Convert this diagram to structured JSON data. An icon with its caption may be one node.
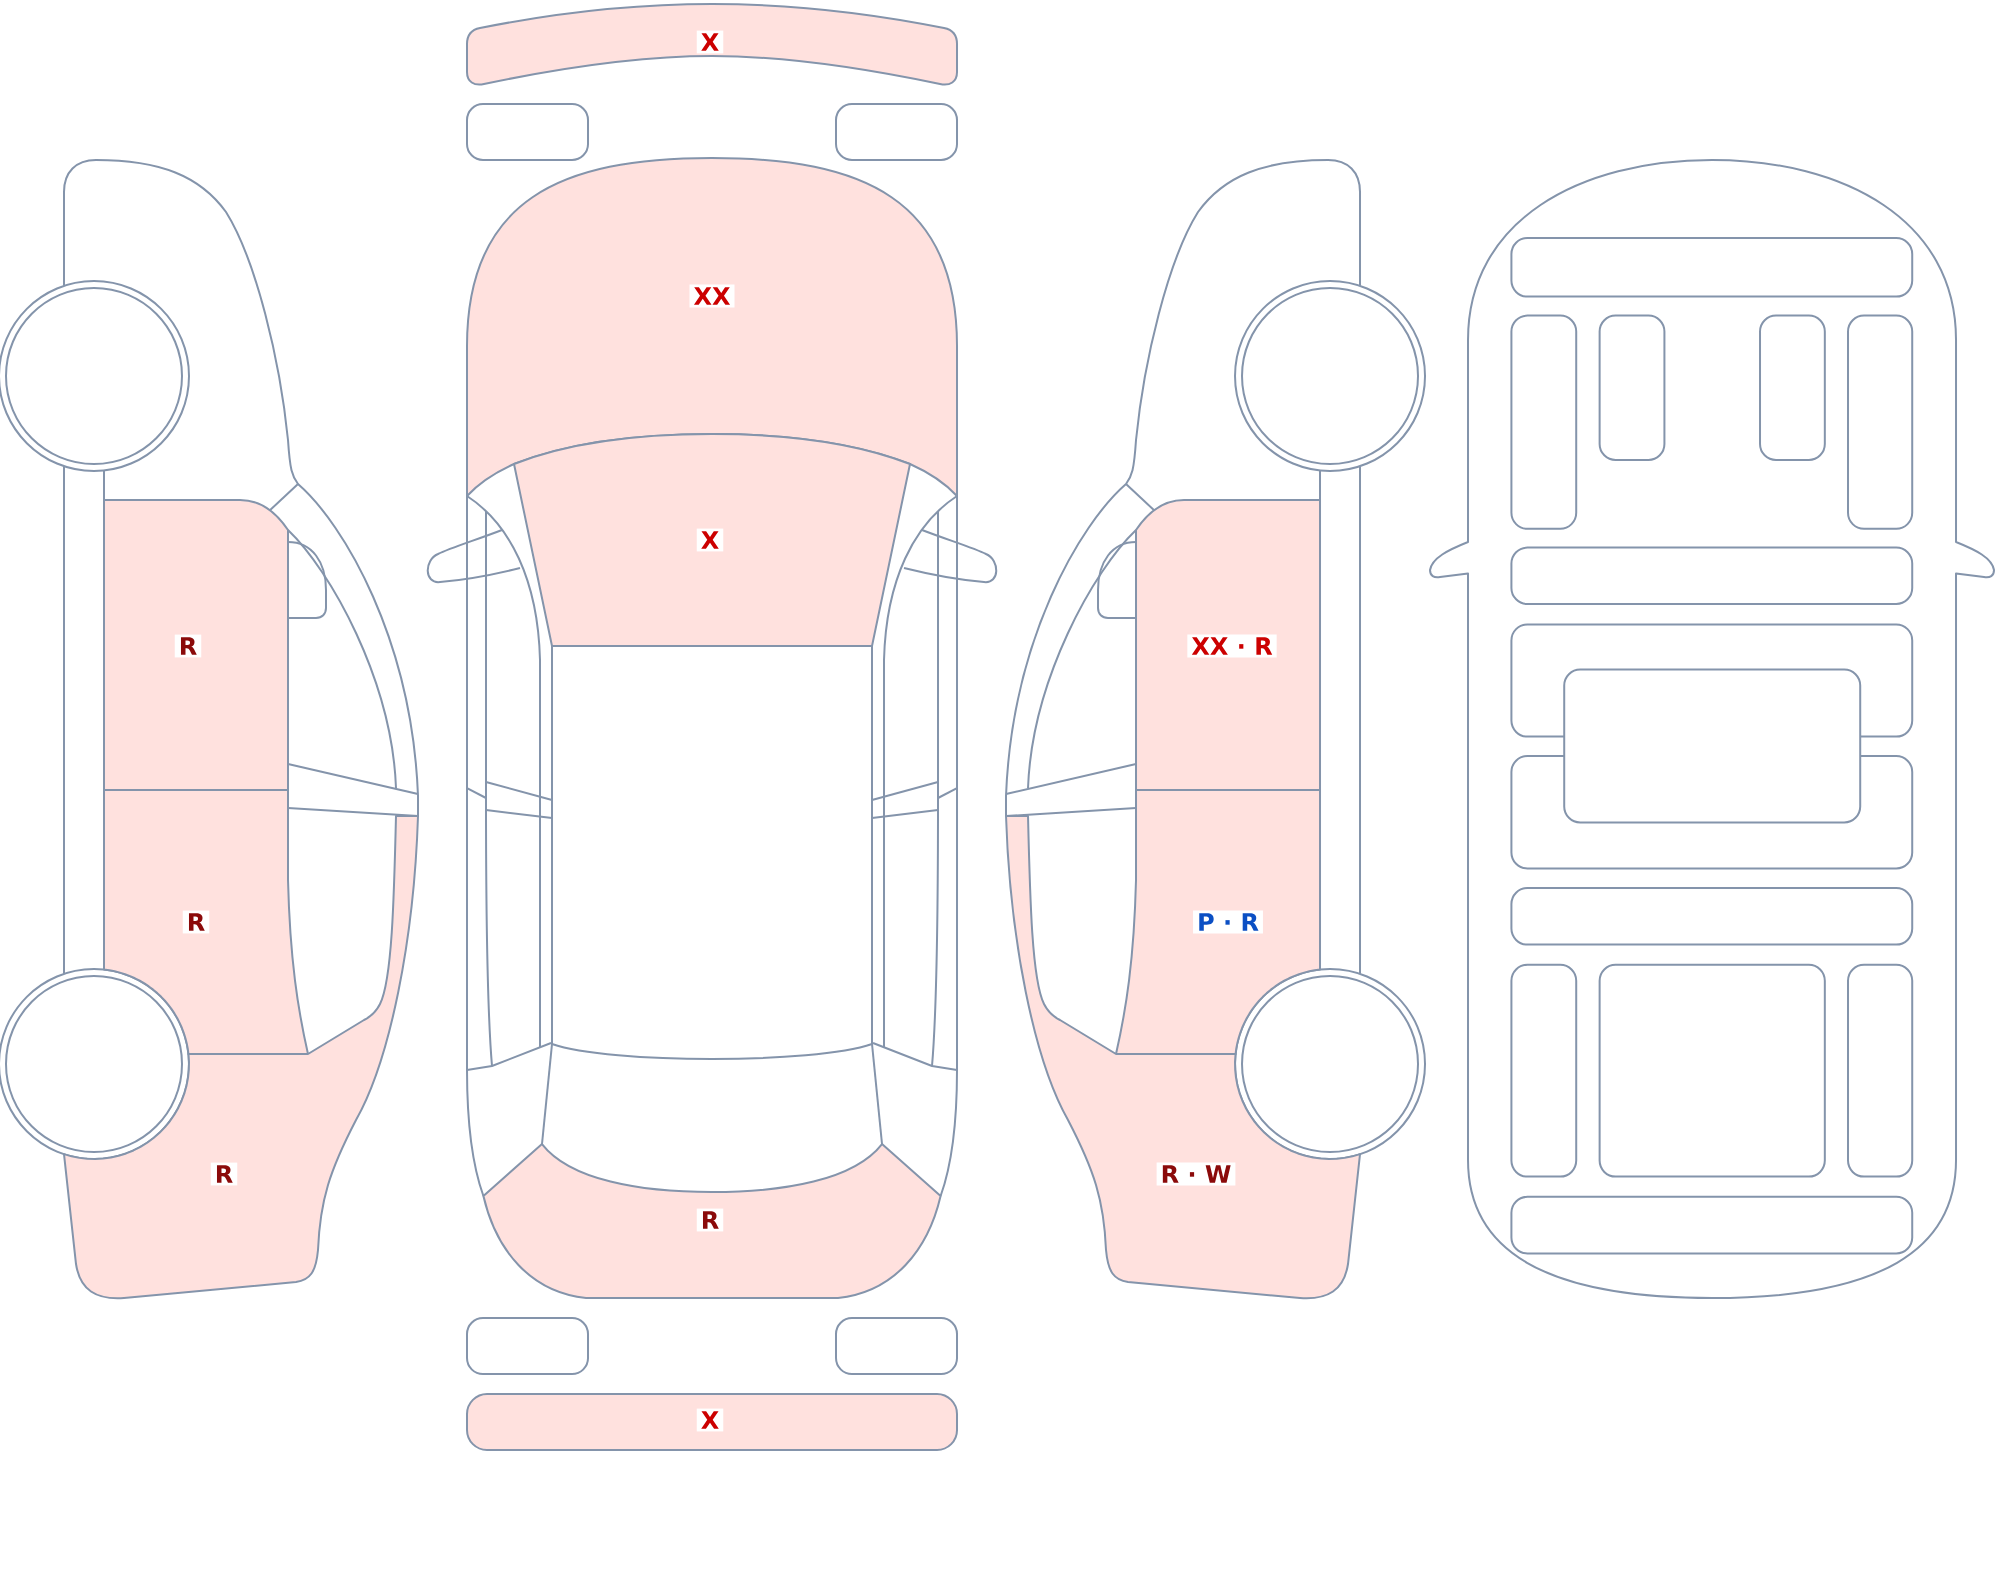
{
  "diagram": {
    "nodes": [
      {
        "text": [
          "X"
        ]
      },
      {
        "text": [
          "XX"
        ]
      },
      {
        "text": [
          "X"
        ]
      },
      {
        "text": [
          "R"
        ]
      },
      {
        "text": [
          "XX · R"
        ]
      },
      {
        "text": [
          "R"
        ]
      },
      {
        "text": [
          "P · R"
        ]
      },
      {
        "text": [
          "R"
        ]
      },
      {
        "text": [
          "R · W"
        ]
      },
      {
        "text": [
          "R"
        ]
      },
      {
        "text": [
          "X"
        ]
      }
    ]
  }
}
